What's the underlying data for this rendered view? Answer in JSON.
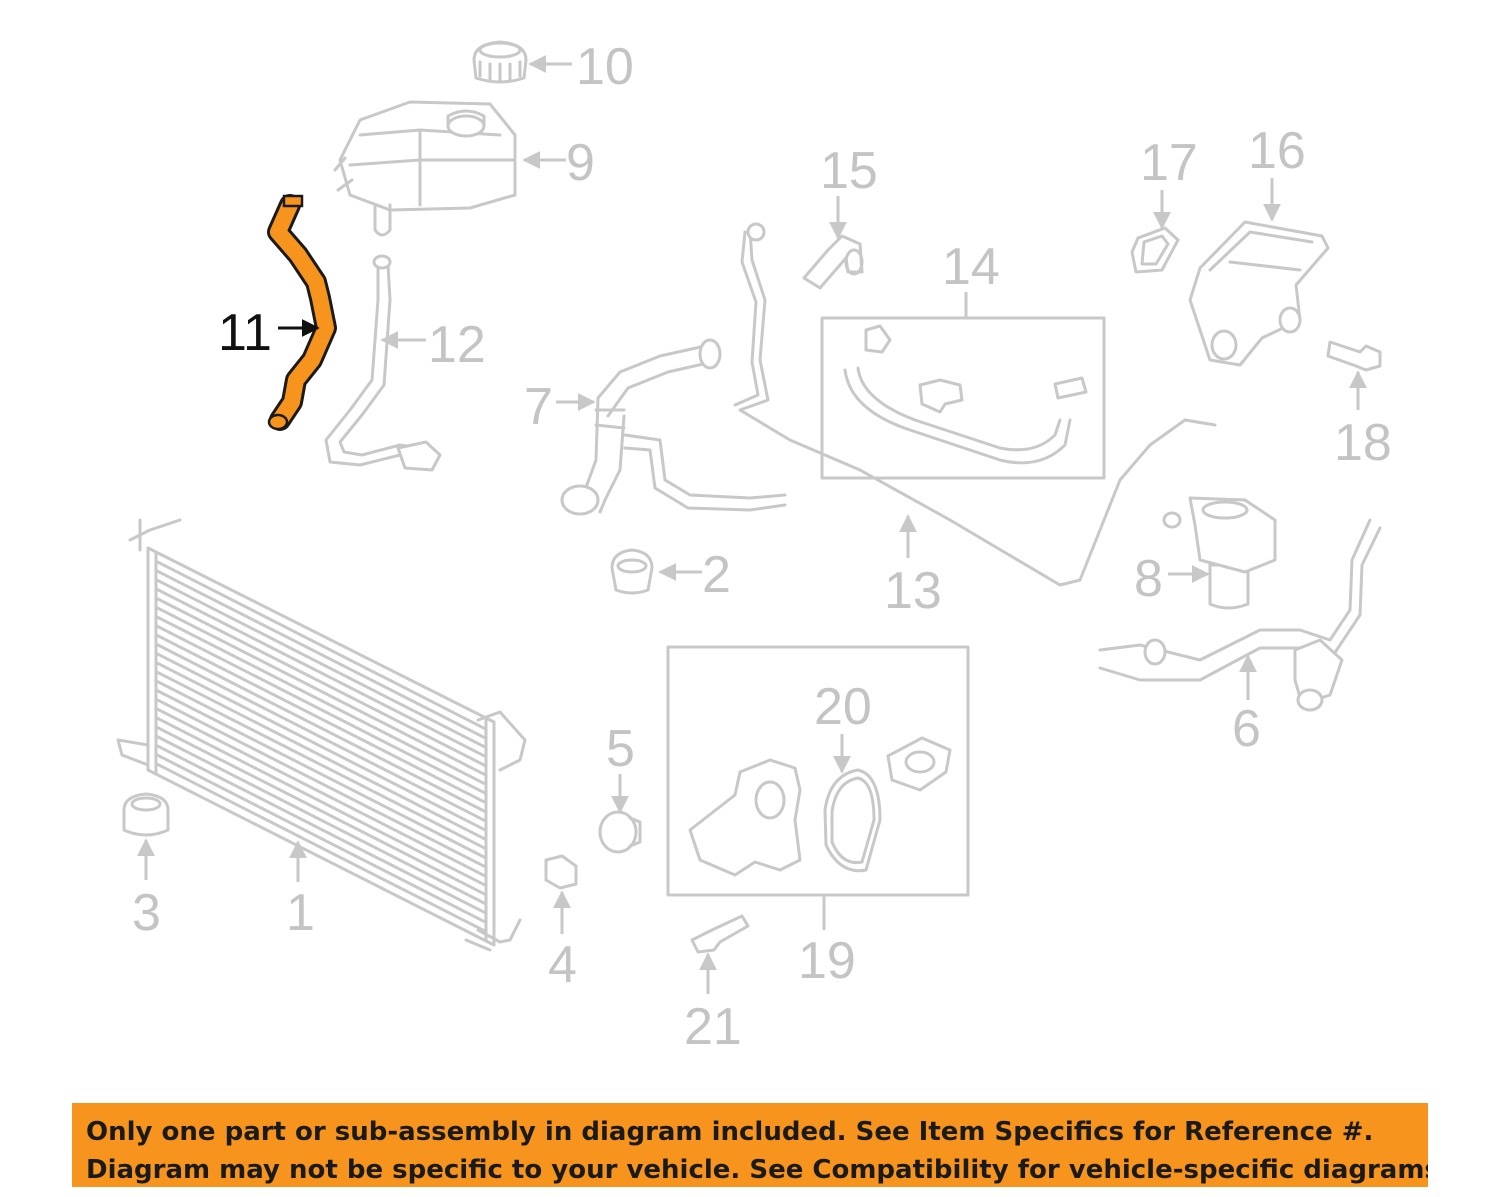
{
  "diagram": {
    "highlight_color": "#f7941d",
    "line_color": "#c8c8c8",
    "active_callout_color": "#111111",
    "callouts": {
      "c1": "1",
      "c2": "2",
      "c3": "3",
      "c4": "4",
      "c5": "5",
      "c6": "6",
      "c7": "7",
      "c8": "8",
      "c9": "9",
      "c10": "10",
      "c11": "11",
      "c12": "12",
      "c13": "13",
      "c14": "14",
      "c15": "15",
      "c16": "16",
      "c17": "17",
      "c18": "18",
      "c19": "19",
      "c20": "20",
      "c21": "21"
    },
    "highlighted_part": "11"
  },
  "notice": {
    "line1": "Only one part or sub-assembly in diagram included. See Item Specifics for Reference #.",
    "line2": "Diagram may not be specific to your vehicle. See Compatibility for vehicle-specific diagrams.",
    "background": "#f7941d"
  }
}
